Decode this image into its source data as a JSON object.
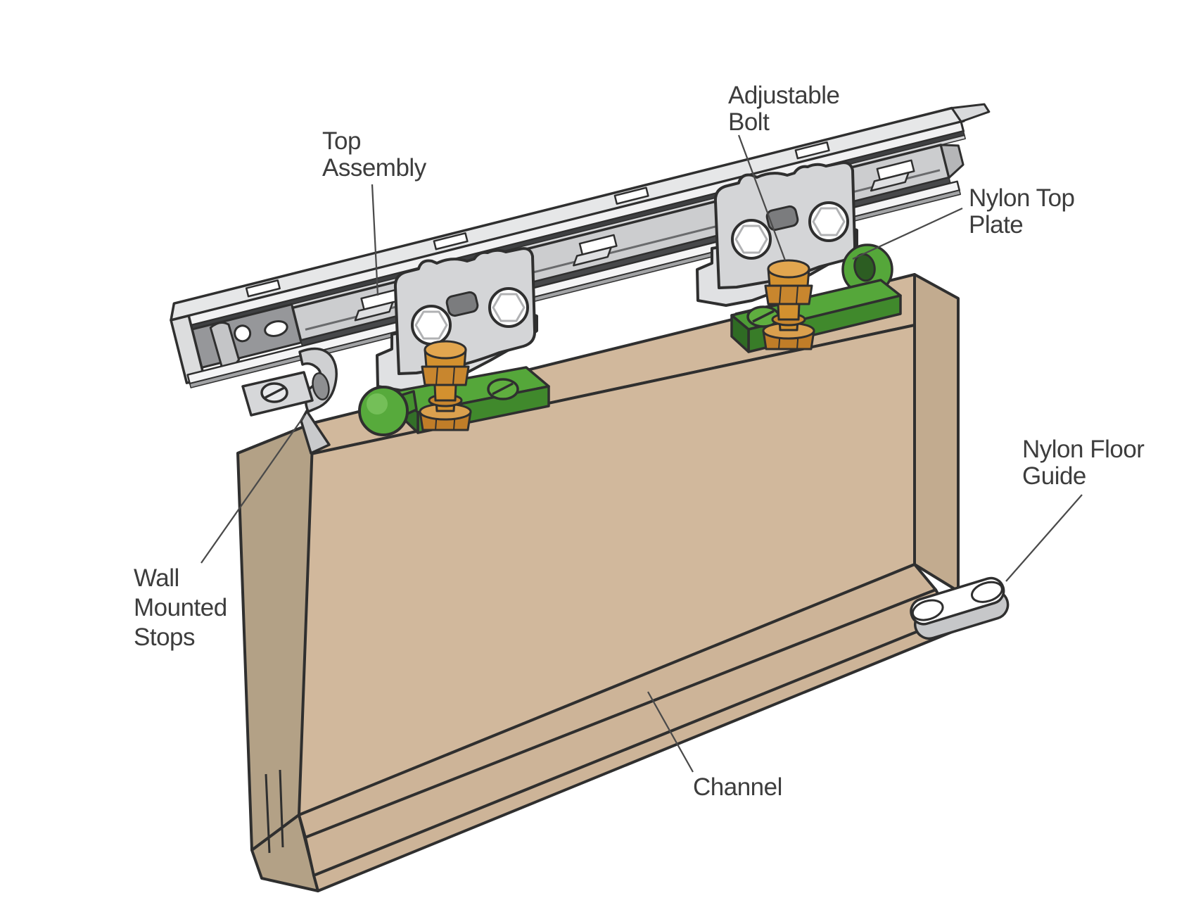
{
  "figure": {
    "type": "technical-diagram",
    "subject": "Sliding door top-hung track hardware exploded view",
    "labels": {
      "top_assembly": {
        "lines": [
          "Top",
          "Assembly"
        ]
      },
      "adjustable_bolt": {
        "lines": [
          "Adjustable",
          "Bolt"
        ]
      },
      "nylon_top_plate": {
        "lines": [
          "Nylon Top",
          "Plate"
        ]
      },
      "wall_mounted_stops": {
        "lines": [
          "Wall",
          "Mounted",
          "Stops"
        ]
      },
      "nylon_floor_guide": {
        "lines": [
          "Nylon Floor",
          "Guide"
        ]
      },
      "channel": {
        "lines": [
          "Channel"
        ]
      }
    },
    "colors": {
      "background": "#ffffff",
      "outline": "#2f2f2f",
      "leader_line": "#4a4a4a",
      "label_text": "#3d3d3d",
      "door_front": "#d1b89c",
      "door_left_edge": "#b3a186",
      "door_right_edge": "#c2ab8f",
      "track_light_gray": "#dcddde",
      "track_mid_gray": "#cccdcf",
      "track_dark_gray": "#96979a",
      "nylon_plate_green": "#55a73a",
      "green_shadow": "#40892c",
      "bolt_orange": "#d3912f",
      "bolt_orange_light": "#e2a64f"
    }
  }
}
